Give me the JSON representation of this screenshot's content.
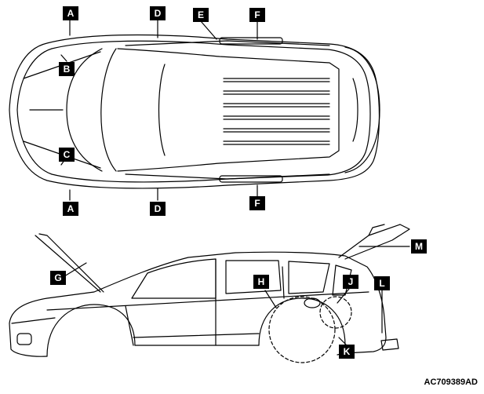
{
  "callouts": {
    "a_top": "A",
    "a_bottom": "A",
    "b": "B",
    "c": "C",
    "d_top": "D",
    "d_bottom": "D",
    "e": "E",
    "f_top": "F",
    "f_bottom": "F",
    "g": "G",
    "h": "H",
    "j": "J",
    "k": "K",
    "l": "L",
    "m": "M"
  },
  "diagram_code": "AC709389AD"
}
